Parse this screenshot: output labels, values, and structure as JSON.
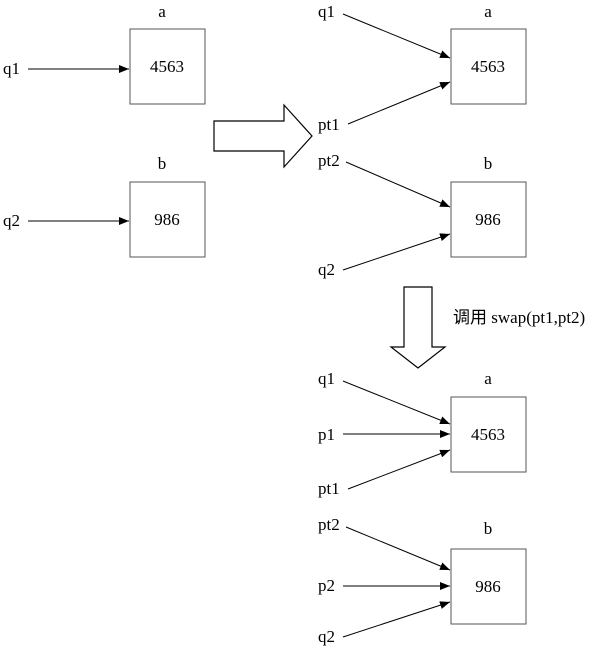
{
  "left": {
    "box_a": {
      "name": "a",
      "value": "4563"
    },
    "box_b": {
      "name": "b",
      "value": "986"
    },
    "pointers": {
      "q1": "q1",
      "q2": "q2"
    }
  },
  "middle": {
    "box_a": {
      "name": "a",
      "value": "4563"
    },
    "box_b": {
      "name": "b",
      "value": "986"
    },
    "pointers": {
      "q1": "q1",
      "pt1": "pt1",
      "pt2": "pt2",
      "q2": "q2"
    }
  },
  "step_caption": "调用 swap(pt1,pt2)",
  "bottom": {
    "box_a": {
      "name": "a",
      "value": "4563"
    },
    "box_b": {
      "name": "b",
      "value": "986"
    },
    "pointers": {
      "q1": "q1",
      "p1": "p1",
      "pt1": "pt1",
      "pt2": "pt2",
      "p2": "p2",
      "q2": "q2"
    }
  }
}
